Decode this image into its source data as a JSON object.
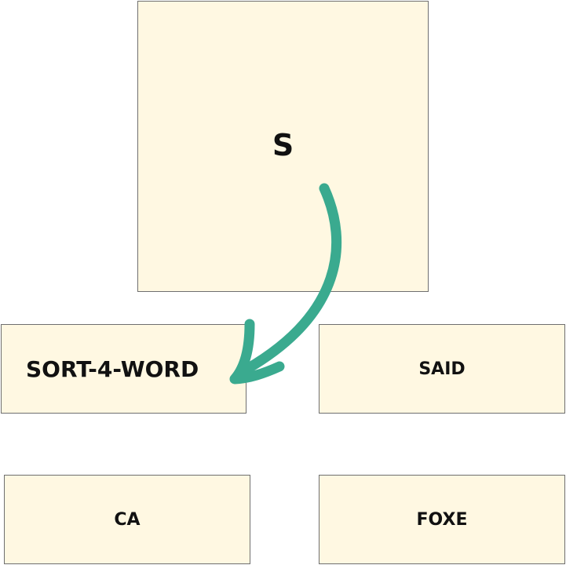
{
  "nodes": {
    "root": {
      "label": "S"
    },
    "child_1": {
      "label": "SORT-4-WORD"
    },
    "child_2": {
      "label": "SAID"
    },
    "child_3": {
      "label": "CA"
    },
    "child_4": {
      "label": "FOXE"
    }
  },
  "colors": {
    "card_fill": "#fff8e2",
    "card_border": "#6f6f6f",
    "text": "#111111",
    "arrow": "#3aaa8f"
  },
  "arrow": {
    "from": "root",
    "to": "child_1"
  }
}
